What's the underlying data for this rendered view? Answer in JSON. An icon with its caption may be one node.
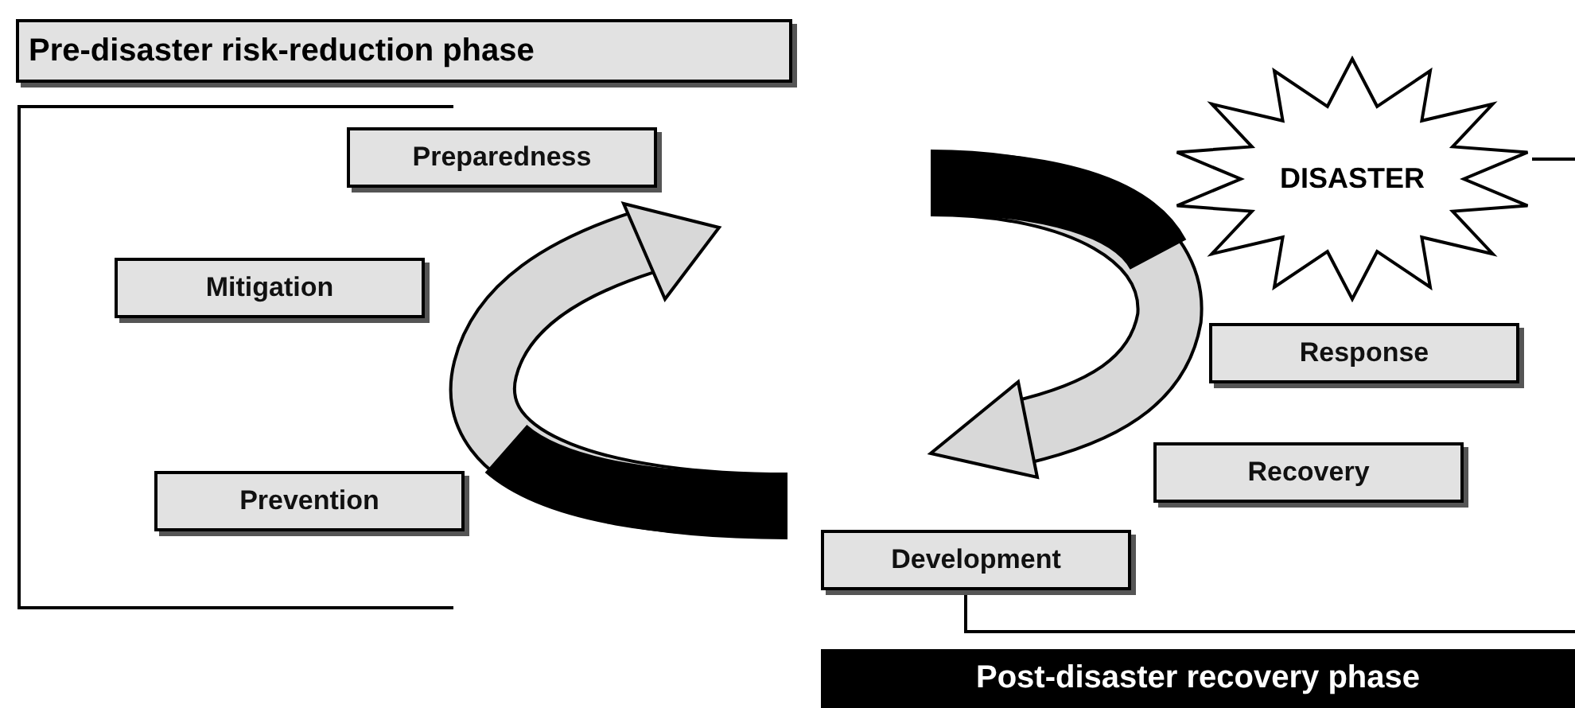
{
  "diagram": {
    "nodes": [
      {
        "text": [
          "Pre-disaster risk-reduction phase"
        ]
      },
      {
        "text": [
          "Preparedness"
        ]
      },
      {
        "text": [
          "Mitigation"
        ]
      },
      {
        "text": [
          "Prevention"
        ]
      },
      {
        "text": [
          "DISASTER"
        ]
      },
      {
        "text": [
          "Response"
        ]
      },
      {
        "text": [
          "Recovery"
        ]
      },
      {
        "text": [
          "Development"
        ]
      },
      {
        "text": [
          "Post-disaster recovery phase"
        ]
      }
    ]
  }
}
